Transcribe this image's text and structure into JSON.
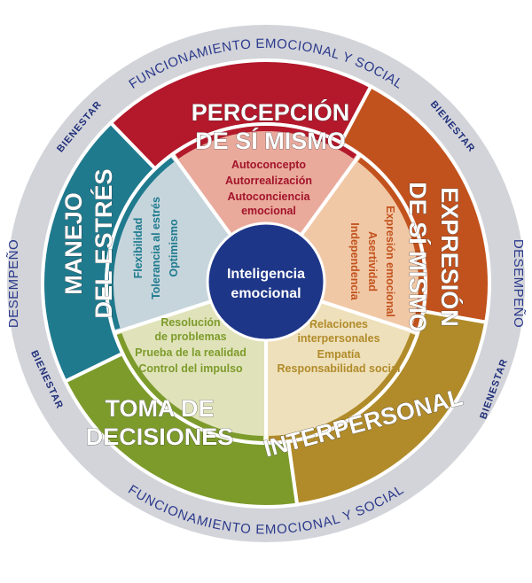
{
  "outer_ring": {
    "top": "FUNCIONAMIENTO EMOCIONAL Y SOCIAL",
    "bottom": "FUNCIONAMIENTO EMOCIONAL Y SOCIAL",
    "left": "DESEMPEÑO",
    "right": "DESEMPEÑO",
    "bienestar": [
      "BIENESTAR",
      "BIENESTAR",
      "BIENESTAR",
      "BIENESTAR"
    ]
  },
  "center": {
    "line1": "Inteligencia",
    "line2": "emocional",
    "color": "#1d3688"
  },
  "categories": [
    {
      "title": [
        "PERCEPCIÓN",
        "DE SÍ MISMO"
      ],
      "items": [
        "Autoconcepto",
        "Autorrealización",
        "Autoconciencia",
        "emocional"
      ],
      "color": "#b3182b",
      "light": "#e9aa9c",
      "text_color": "#a3142a"
    },
    {
      "title": [
        "EXPRESIÓN",
        "DE SÍ MISMO"
      ],
      "items": [
        "Expresión emocional",
        "Asertividad",
        "Independencia"
      ],
      "color": "#c2521d",
      "light": "#f1c8a6",
      "text_color": "#c2521d"
    },
    {
      "title": [
        "INTERPERSONAL"
      ],
      "items": [
        "Relaciones",
        "interpersonales",
        "Empatía",
        "Responsabilidad social"
      ],
      "color": "#b18b2a",
      "light": "#eee0ba",
      "text_color": "#b18b2a"
    },
    {
      "title": [
        "TOMA DE",
        "DECISIONES"
      ],
      "items": [
        "Resolución",
        "de problemas",
        "Prueba de la realidad",
        "Control del impulso"
      ],
      "color": "#7d9b2b",
      "light": "#e0e3ba",
      "text_color": "#7d9b2b"
    },
    {
      "title": [
        "MANEJO",
        "DEL ESTRÉS"
      ],
      "items": [
        "Flexibilidad",
        "Tolerancia al estrés",
        "Optimismo"
      ],
      "color": "#1f7a8e",
      "light": "#c6d5dc",
      "text_color": "#1f7a8e"
    }
  ]
}
